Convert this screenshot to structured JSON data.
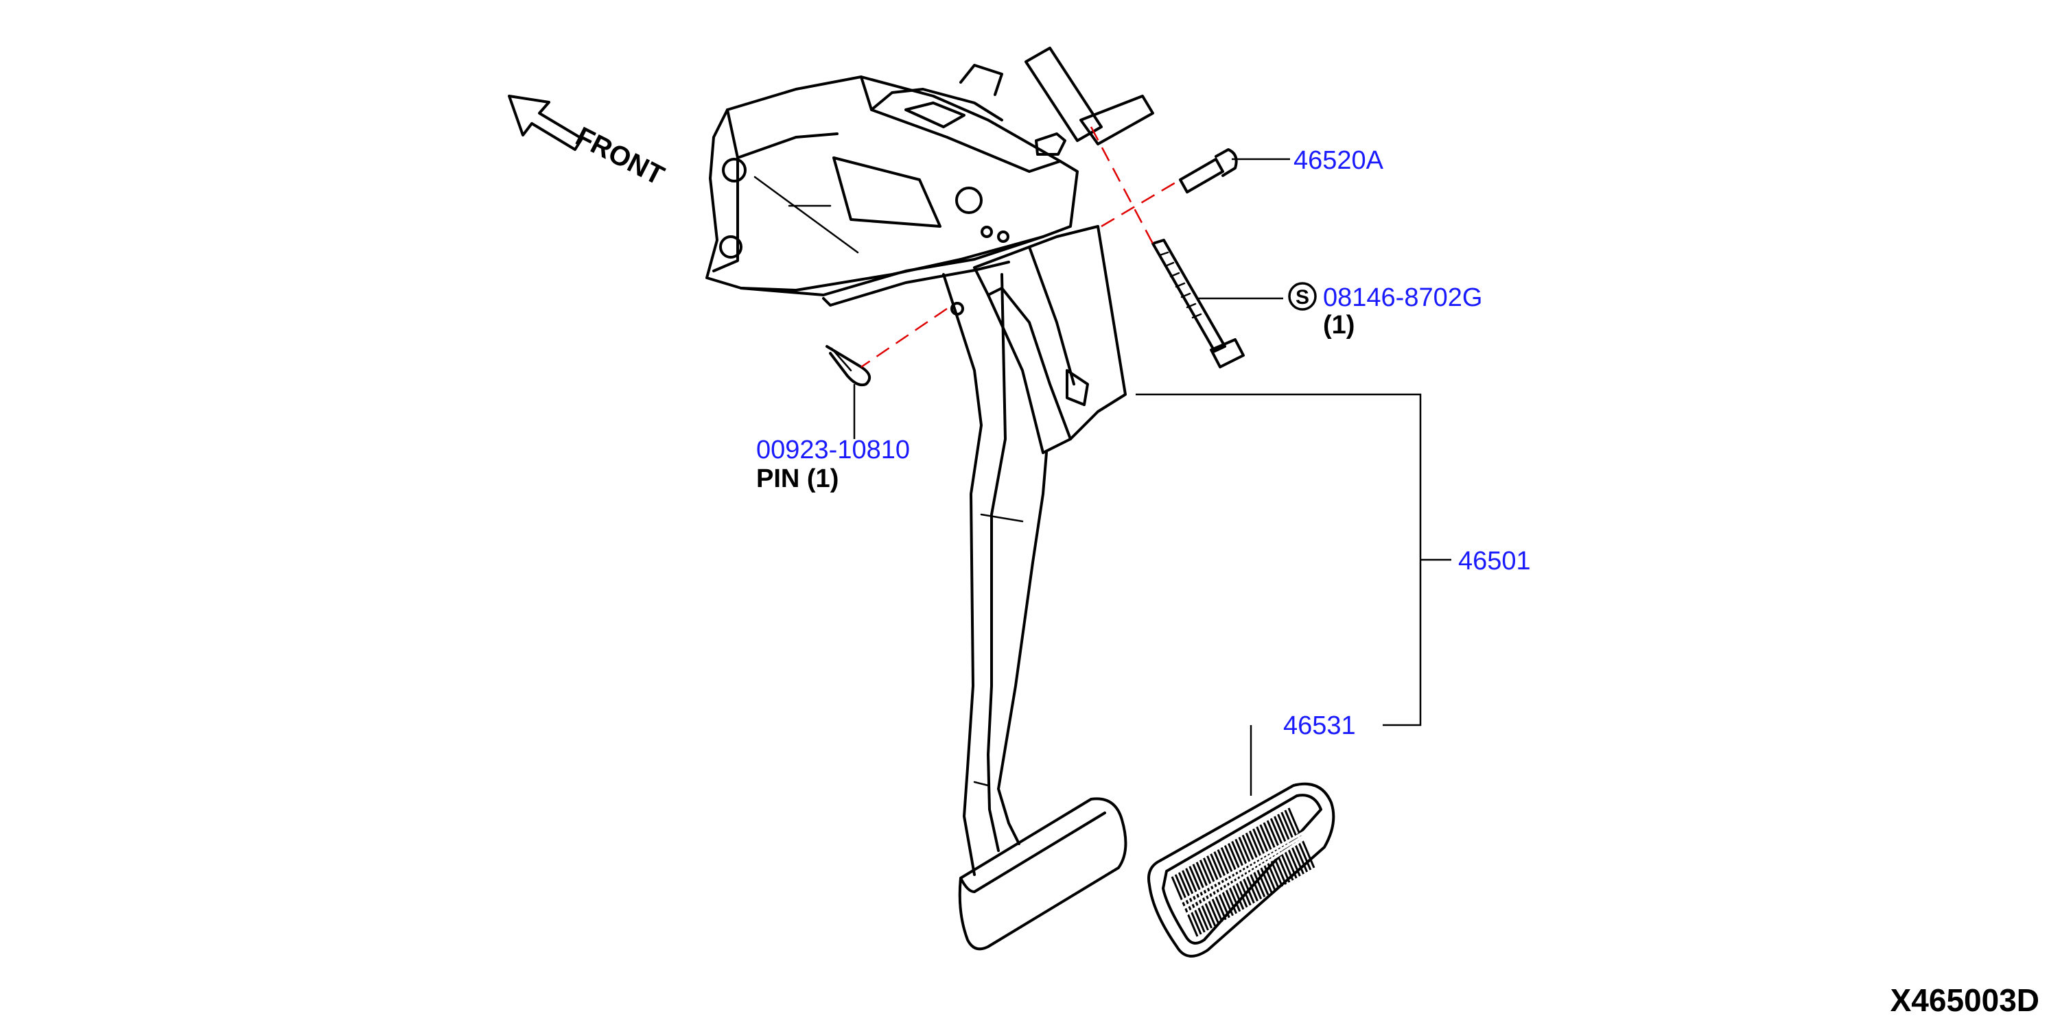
{
  "direction_label": "FRONT",
  "parts": {
    "bolt_46520a": {
      "number": "46520A"
    },
    "bolt_08146": {
      "number": "08146-8702G",
      "mark": "S",
      "qty": "(1)"
    },
    "pin": {
      "number": "00923-10810",
      "name_qty": "PIN (1)"
    },
    "pedal_assy": {
      "number": "46501"
    },
    "pedal_pad": {
      "number": "46531"
    }
  },
  "figure_code": "X465003D",
  "colors": {
    "part_number": "#1a1aff",
    "center_line": "#e00000",
    "line": "#000000"
  }
}
